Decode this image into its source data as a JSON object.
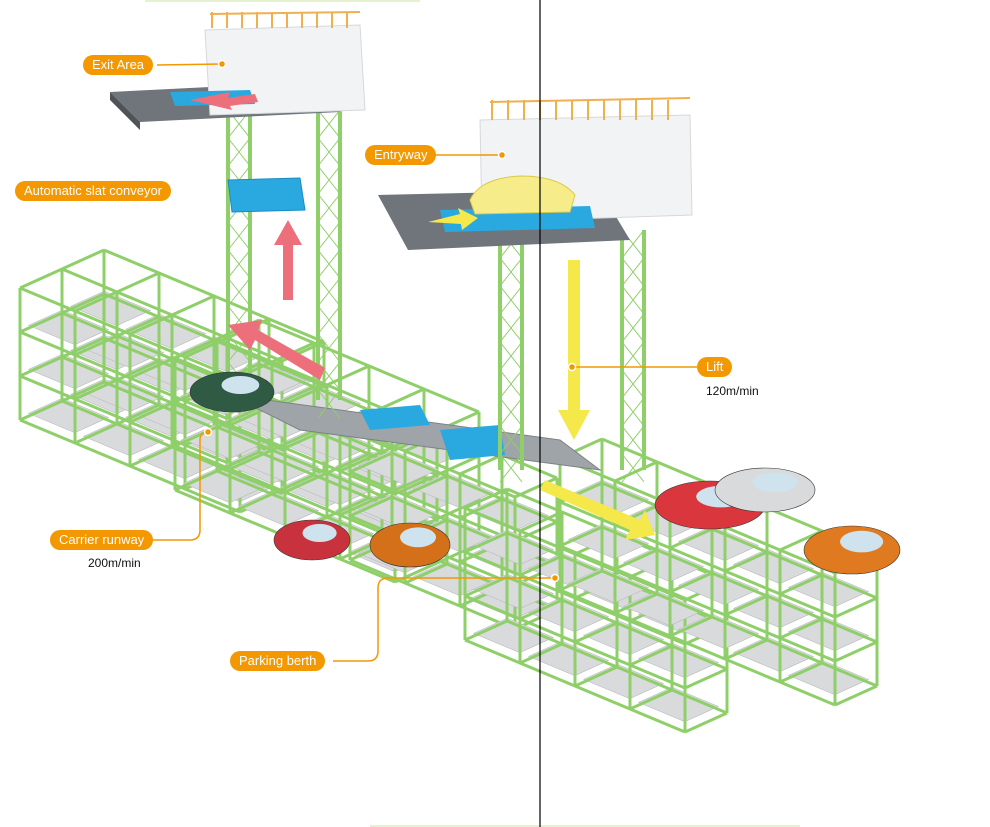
{
  "labels": {
    "exit_area": "Exit Area",
    "slat_conveyor": "Automatic slat conveyor",
    "entryway": "Entryway",
    "lift": "Lift",
    "lift_speed": "120m/min",
    "carrier_runway": "Carrier runway",
    "carrier_speed": "200m/min",
    "parking_berth": "Parking berth"
  },
  "colors": {
    "label_bg": "#f39800",
    "frame": "#8fcf6a",
    "slab": "#d9dadb",
    "platform": "#6f757b",
    "conveyor": "#29a9e0",
    "exit_arrow": "#ee6f7c",
    "entry_arrow": "#f5e84a"
  }
}
